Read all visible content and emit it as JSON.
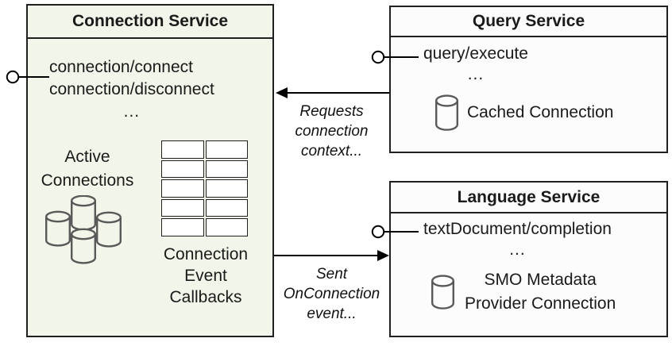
{
  "colors": {
    "canvas_bg": "#ffffff",
    "connection_box_bg": "#f2f5e9",
    "service_box_bg": "#fcfcfc",
    "border": "#1f1f1f",
    "cylinder_stroke": "#595959",
    "arrow": "#000000"
  },
  "connection_service": {
    "title": "Connection Service",
    "method1": "connection/connect",
    "method2": "connection/disconnect",
    "ellipsis": "...",
    "active_connections": {
      "line1": "Active",
      "line2": "Connections"
    },
    "callbacks": {
      "line1": "Connection",
      "line2": "Event",
      "line3": "Callbacks"
    }
  },
  "query_service": {
    "title": "Query Service",
    "method1": "query/execute",
    "ellipsis": "...",
    "cached_connection_label": "Cached Connection"
  },
  "language_service": {
    "title": "Language Service",
    "method1": "textDocument/completion",
    "ellipsis": "...",
    "smo": {
      "line1": "SMO Metadata",
      "line2": "Provider Connection"
    }
  },
  "annotations": {
    "requests": {
      "line1": "Requests",
      "line2": "connection",
      "line3": "context..."
    },
    "sent": {
      "line1": "Sent",
      "line2": "OnConnection",
      "line3": "event..."
    }
  },
  "icons": {
    "database_cluster": "four-database-cylinders",
    "database": "database-cylinder",
    "lollipop": "provided-interface-lollipop",
    "table": "callbacks-grid-table"
  }
}
